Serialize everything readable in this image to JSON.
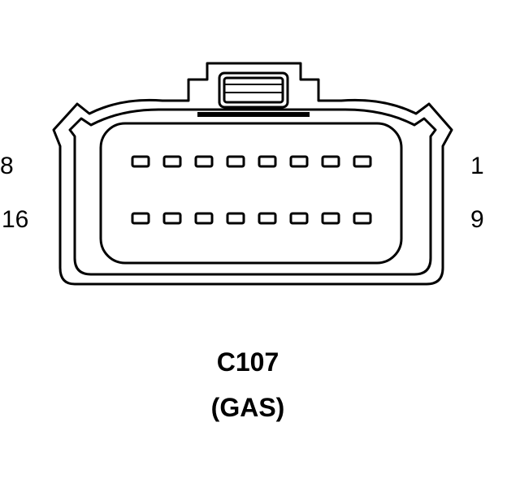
{
  "connector": {
    "id": "C107",
    "variant": "(GAS)",
    "pin_rows": 2,
    "pins_per_row": 8,
    "labels": {
      "top_left": "8",
      "top_right": "1",
      "bottom_left": "16",
      "bottom_right": "9"
    }
  },
  "colors": {
    "stroke": "#000000",
    "background": "#ffffff"
  }
}
